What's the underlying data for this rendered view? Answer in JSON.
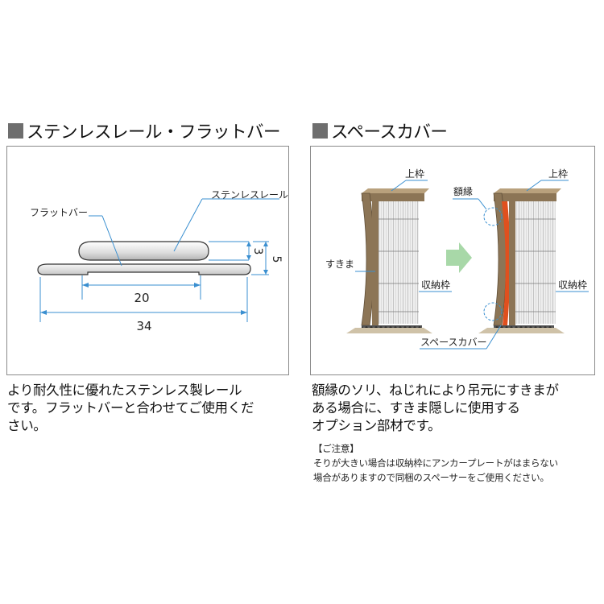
{
  "left": {
    "heading": "ステンレスレール・フラットバー",
    "diagram": {
      "label_flatbar": "フラットバー",
      "label_rail": "ステンレスレール",
      "dim_3": "3",
      "dim_5": "5",
      "dim_20": "20",
      "dim_34": "34"
    },
    "description_lines": [
      "より耐久性に優れたステンレス製レール",
      "です。フラットバーと合わせてご使用くだ",
      "さい。"
    ]
  },
  "right": {
    "heading": "スペースカバー",
    "diagram": {
      "label_top_frame_left": "上枠",
      "label_top_frame_right": "上枠",
      "label_molding": "額縁",
      "label_gap": "すきま",
      "label_storage_frame_left": "収納枠",
      "label_storage_frame_right": "収納枠",
      "label_space_cover": "スペースカバー"
    },
    "description_lines": [
      "額縁のソリ、ねじれにより吊元にすきまが",
      "ある場合に、すきま隠しに使用する",
      "オプション部材です。"
    ],
    "note_title": "【ご注意】",
    "note_lines": [
      "そりが大きい場合は収納枠にアンカープレートがはまらない",
      "場合がありますので同梱のスペーサーをご使用ください。"
    ]
  },
  "colors": {
    "heading_square": "#6e6e6e",
    "dimension_blue": "#3a8fd0",
    "arrow_green": "#a8d8a8",
    "space_cover_orange": "#e0501e",
    "frame_brown": "#8c7556",
    "panel_border": "#8a8a8a"
  }
}
